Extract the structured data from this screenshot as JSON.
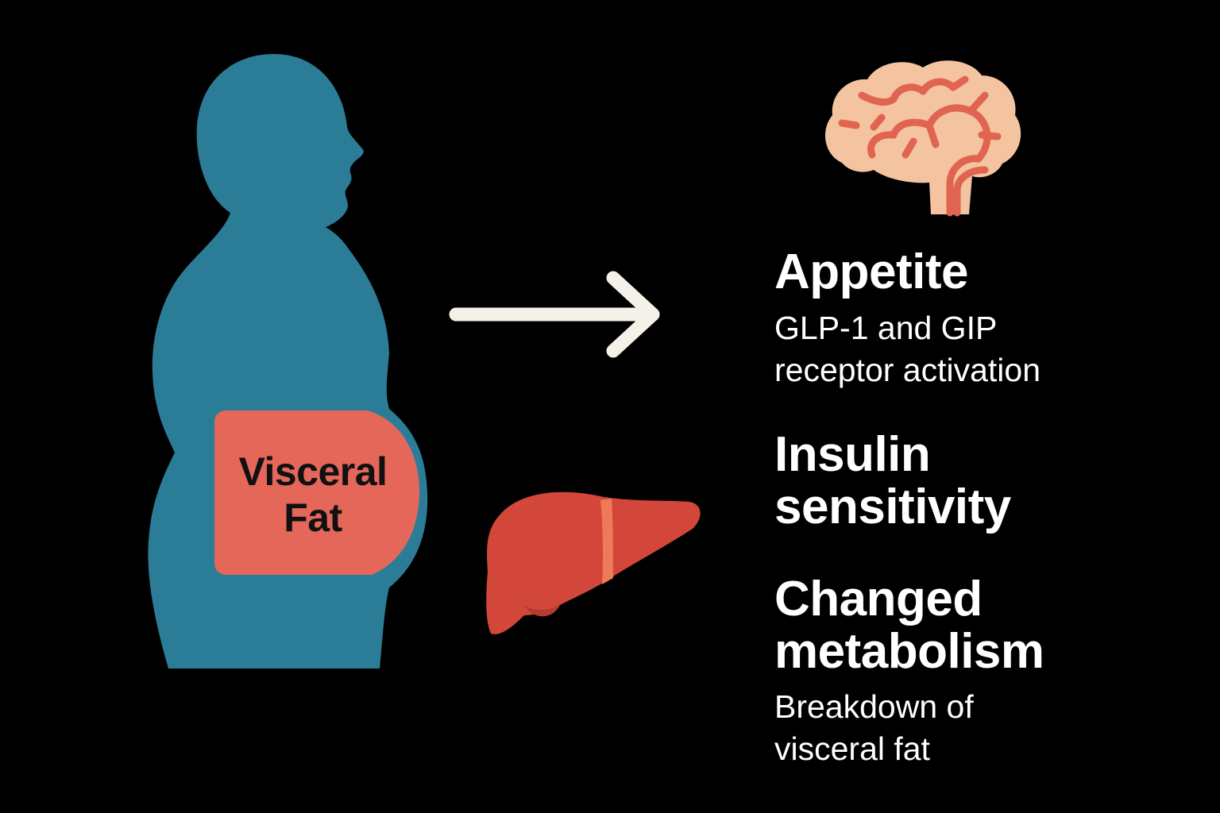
{
  "colors": {
    "background": "#000000",
    "body_silhouette": "#2b7c97",
    "visceral_fat": "#e4675a",
    "liver": "#d3473a",
    "liver_band": "#ee7a5a",
    "brain_fill": "#f4c3a0",
    "brain_veins": "#e06450",
    "arrow": "#f5f1e8",
    "text": "#ffffff"
  },
  "visceral_fat": {
    "line1": "Visceral",
    "line2": "Fat"
  },
  "effects": [
    {
      "title_lines": [
        "Appetite"
      ],
      "detail_lines": [
        "GLP-1 and GIP",
        "receptor activation"
      ]
    },
    {
      "title_lines": [
        "Insulin",
        "sensitivity"
      ],
      "detail_lines": []
    },
    {
      "title_lines": [
        "Changed",
        "metabolism"
      ],
      "detail_lines": [
        "Breakdown of",
        "visceral fat"
      ]
    }
  ],
  "icons": {
    "body": "human-silhouette-icon",
    "brain": "brain-icon",
    "liver": "liver-icon",
    "arrow": "arrow-right-icon"
  }
}
